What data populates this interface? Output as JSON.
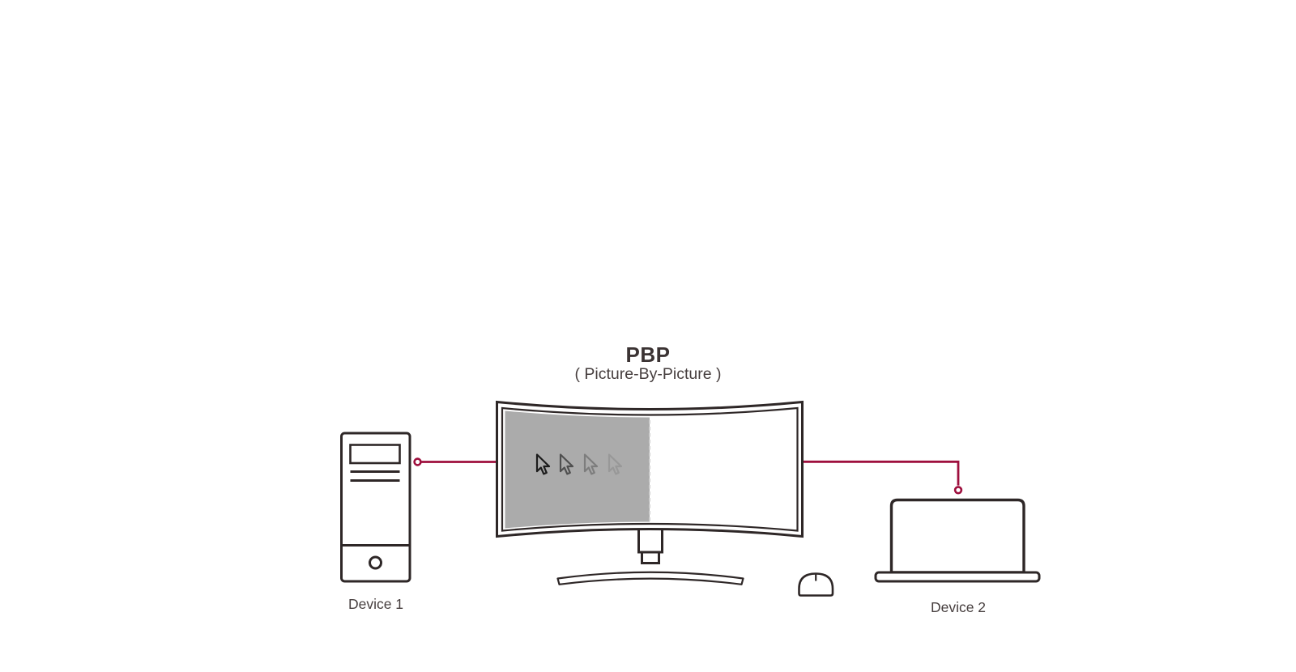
{
  "title": {
    "heading": "PBP",
    "subheading": "( Picture-By-Picture )"
  },
  "diagram": {
    "monitor": {
      "icon": "curved-ultrawide-monitor-icon",
      "left_pane": "gray-half-screen",
      "right_pane": "white-half-screen",
      "cursor_trail": "pointer-arrows-fading"
    },
    "device1": {
      "label": "Device 1",
      "icon": "desktop-tower-icon"
    },
    "device2": {
      "label": "Device 2",
      "icon": "laptop-icon"
    },
    "mouse": {
      "icon": "mouse-icon"
    }
  },
  "colors": {
    "outline": "#2e2727",
    "accent_red": "#9e0f3d",
    "screen_gray": "#ababab",
    "divider_dash": "#cfcfcf",
    "label_text": "#463e3e",
    "title_text": "#3b3333",
    "cursor_shades": [
      "#1c1c1c",
      "#4f4f4f",
      "#7d7d7d",
      "#989898"
    ]
  }
}
